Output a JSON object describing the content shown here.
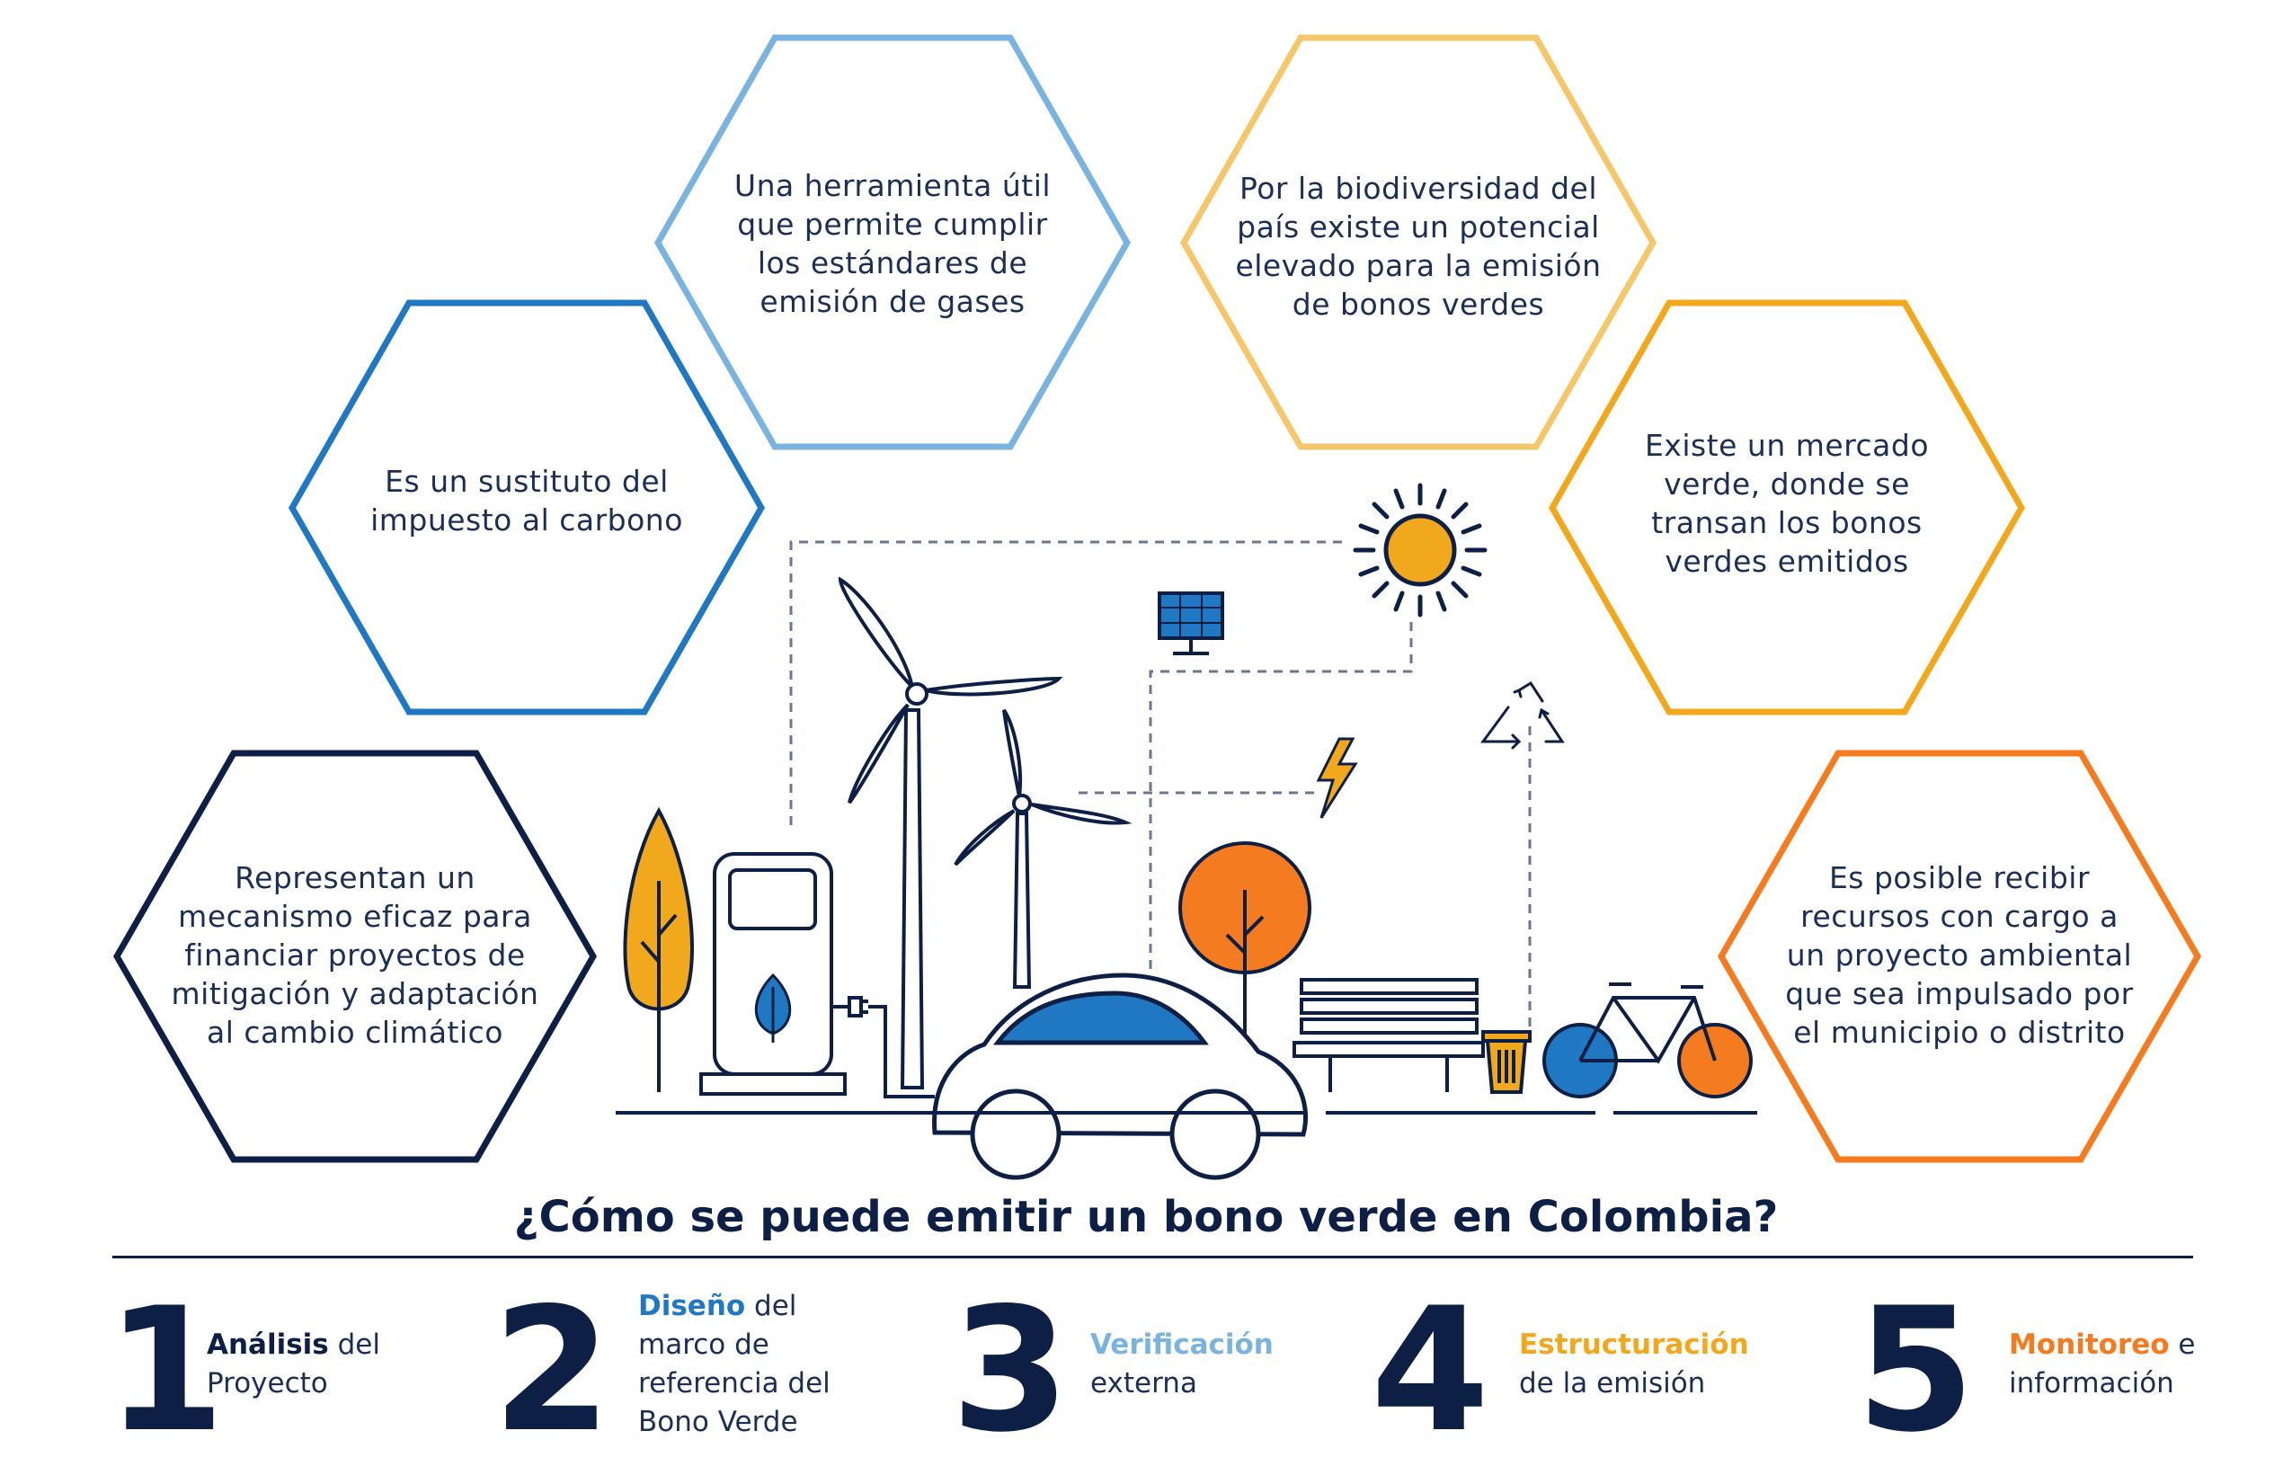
{
  "title": "¿Cómo se puede emitir un bono verde en Colombia?",
  "colors": {
    "navy": "#0d1f44",
    "blue": "#1f78c1",
    "light_blue": "#79b3de",
    "light_yellow": "#f4c76a",
    "yellow": "#f2a81d",
    "orange": "#f47b20"
  },
  "hexagons": [
    {
      "lines": [
        "Representan un",
        "mecanismo eficaz para",
        "financiar proyectos de",
        "mitigación y adaptación",
        "al cambio climático"
      ],
      "color": "#0d1f44"
    },
    {
      "lines": [
        "Es un sustituto del",
        "impuesto al carbono"
      ],
      "color": "#1f78c1"
    },
    {
      "lines": [
        "Una herramienta útil",
        "que permite cumplir",
        "los estándares de",
        "emisión de gases"
      ],
      "color": "#79b3de"
    },
    {
      "lines": [
        "Por la biodiversidad del",
        "país existe un potencial",
        "elevado para la emisión",
        "de bonos verdes"
      ],
      "color": "#f4c76a"
    },
    {
      "lines": [
        "Existe un mercado",
        "verde, donde se",
        "transan los bonos",
        "verdes emitidos"
      ],
      "color": "#f2a81d"
    },
    {
      "lines": [
        "Es posible recibir",
        "recursos con cargo a",
        "un proyecto ambiental",
        "que sea impulsado por",
        "el municipio o distrito"
      ],
      "color": "#f47b20"
    }
  ],
  "illustration_icons": [
    "sun-icon",
    "solar-panel-icon",
    "wind-turbine-icon",
    "lightning-icon",
    "recycle-icon",
    "tree-icon",
    "charging-station-icon",
    "leaf-icon",
    "electric-car-icon",
    "bench-icon",
    "trash-bin-icon",
    "bicycle-icon"
  ],
  "steps": [
    {
      "number": "1",
      "keyword": "Análisis",
      "rest": " del",
      "lines": [
        "Proyecto"
      ],
      "color": "#0d1f44"
    },
    {
      "number": "2",
      "keyword": "Diseño",
      "rest": " del",
      "lines": [
        "marco de",
        "referencia del",
        "Bono Verde"
      ],
      "color": "#1f78c1"
    },
    {
      "number": "3",
      "keyword": "Verificación",
      "rest": "",
      "lines": [
        "externa"
      ],
      "color": "#79b3de"
    },
    {
      "number": "4",
      "keyword": "Estructuración",
      "rest": "",
      "lines": [
        "de la emisión"
      ],
      "color": "#f2a81d"
    },
    {
      "number": "5",
      "keyword": "Monitoreo",
      "rest": " e",
      "lines": [
        "información"
      ],
      "color": "#f47b20"
    }
  ]
}
